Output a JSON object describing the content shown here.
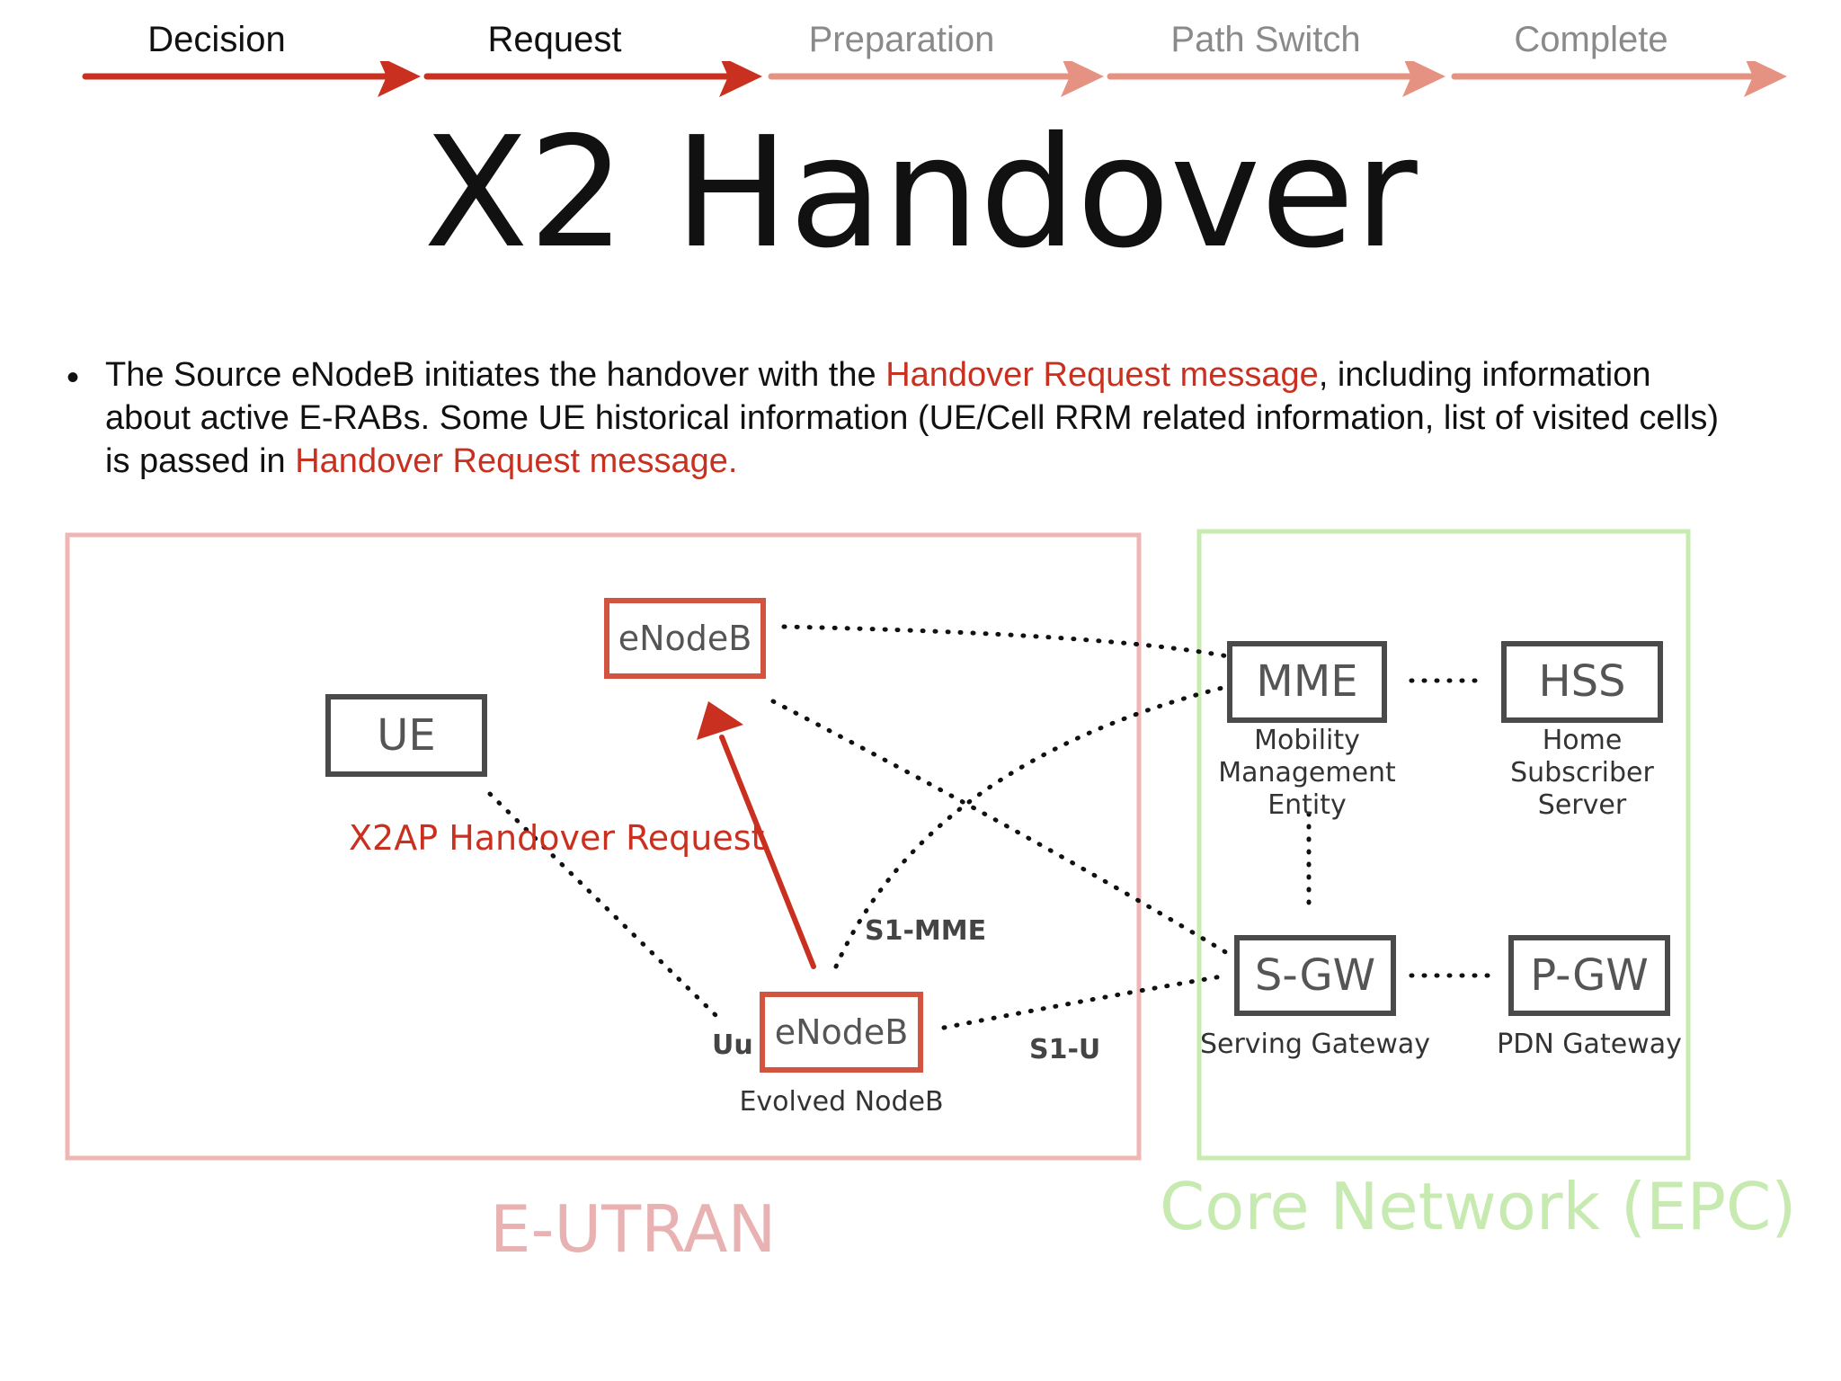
{
  "steps": [
    {
      "label": "Decision",
      "active": true
    },
    {
      "label": "Request",
      "active": true
    },
    {
      "label": "Preparation",
      "active": false
    },
    {
      "label": "Path Switch",
      "active": false
    },
    {
      "label": "Complete",
      "active": false
    }
  ],
  "title": "X2 Handover",
  "bullet": {
    "symbol": "•",
    "part1": "The Source eNodeB initiates the handover with the ",
    "highlight1": "Handover Request message",
    "part2": ", including information about active E-RABs. Some UE historical information (UE/Cell RRM related information, list of visited cells) is passed in ",
    "highlight2": "Handover Request message."
  },
  "diagram": {
    "regions": {
      "eutran": "E-UTRAN",
      "epc": "Core Network (EPC)"
    },
    "nodes": {
      "target_enodeb": "eNodeB",
      "ue": "UE",
      "source_enodeb": "eNodeB",
      "mme": "MME",
      "hss": "HSS",
      "sgw": "S-GW",
      "pgw": "P-GW"
    },
    "captions": {
      "source_enodeb": "Evolved NodeB",
      "mme": [
        "Mobility",
        "Management",
        "Entity"
      ],
      "hss": [
        "Home",
        "Subscriber",
        "Server"
      ],
      "sgw": "Serving Gateway",
      "pgw": "PDN Gateway"
    },
    "interfaces": {
      "uu": "Uu",
      "s1_mme": "S1-MME",
      "s1_u": "S1-U"
    },
    "message": "X2AP Handover Request"
  },
  "colors": {
    "active_step": "#c9301f",
    "inactive_step": "#e59282",
    "inactive_text": "#8a8a8a",
    "highlight": "#c9301f",
    "eutran": "#f0b5b5",
    "epc": "#c8ecb0",
    "eutran_label": "#e8b2b2",
    "epc_label": "#c6eab0"
  }
}
